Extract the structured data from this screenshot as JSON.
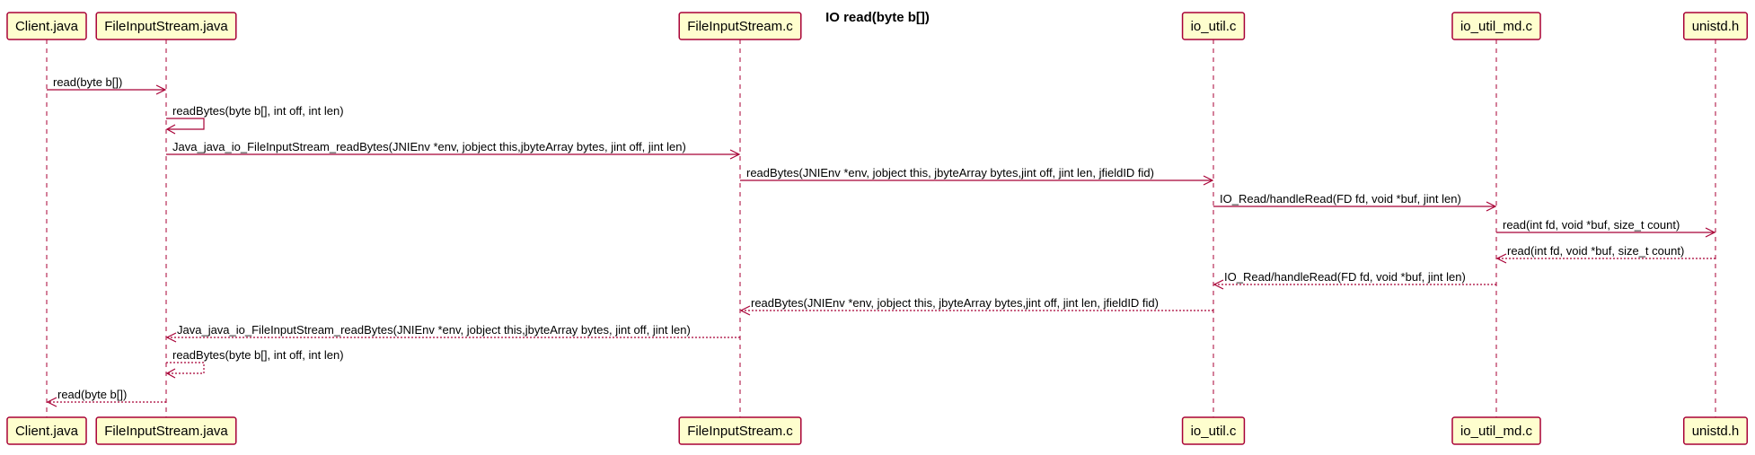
{
  "diagram": {
    "title": "IO read(byte b[])",
    "colors": {
      "participant_fill": "#FEFECE",
      "line": "#A80036",
      "text": "#000000"
    },
    "participants": [
      {
        "id": "client",
        "label": "Client.java"
      },
      {
        "id": "fis_java",
        "label": "FileInputStream.java"
      },
      {
        "id": "fis_c",
        "label": "FileInputStream.c"
      },
      {
        "id": "io_util",
        "label": "io_util.c"
      },
      {
        "id": "io_util_md",
        "label": "io_util_md.c"
      },
      {
        "id": "unistd",
        "label": "unistd.h"
      }
    ],
    "messages": [
      {
        "from": "client",
        "to": "fis_java",
        "type": "call",
        "label": "read(byte b[])"
      },
      {
        "from": "fis_java",
        "to": "fis_java",
        "type": "call",
        "label": "readBytes(byte b[], int off, int len)"
      },
      {
        "from": "fis_java",
        "to": "fis_c",
        "type": "call",
        "label": "Java_java_io_FileInputStream_readBytes(JNIEnv *env, jobject this,jbyteArray bytes, jint off, jint len)"
      },
      {
        "from": "fis_c",
        "to": "io_util",
        "type": "call",
        "label": "readBytes(JNIEnv *env, jobject this, jbyteArray bytes,jint off, jint len, jfieldID fid)"
      },
      {
        "from": "io_util",
        "to": "io_util_md",
        "type": "call",
        "label": "IO_Read/handleRead(FD fd, void *buf, jint len)"
      },
      {
        "from": "io_util_md",
        "to": "unistd",
        "type": "call",
        "label": "read(int fd, void *buf, size_t count)"
      },
      {
        "from": "unistd",
        "to": "io_util_md",
        "type": "return",
        "label": "read(int fd, void *buf, size_t count)"
      },
      {
        "from": "io_util_md",
        "to": "io_util",
        "type": "return",
        "label": "IO_Read/handleRead(FD fd, void *buf, jint len)"
      },
      {
        "from": "io_util",
        "to": "fis_c",
        "type": "return",
        "label": "readBytes(JNIEnv *env, jobject this, jbyteArray bytes,jint off, jint len, jfieldID fid)"
      },
      {
        "from": "fis_c",
        "to": "fis_java",
        "type": "return",
        "label": "Java_java_io_FileInputStream_readBytes(JNIEnv *env, jobject this,jbyteArray bytes, jint off, jint len)"
      },
      {
        "from": "fis_java",
        "to": "fis_java",
        "type": "return",
        "label": "readBytes(byte b[], int off, int len)"
      },
      {
        "from": "fis_java",
        "to": "client",
        "type": "return",
        "label": "read(byte b[])"
      }
    ]
  }
}
